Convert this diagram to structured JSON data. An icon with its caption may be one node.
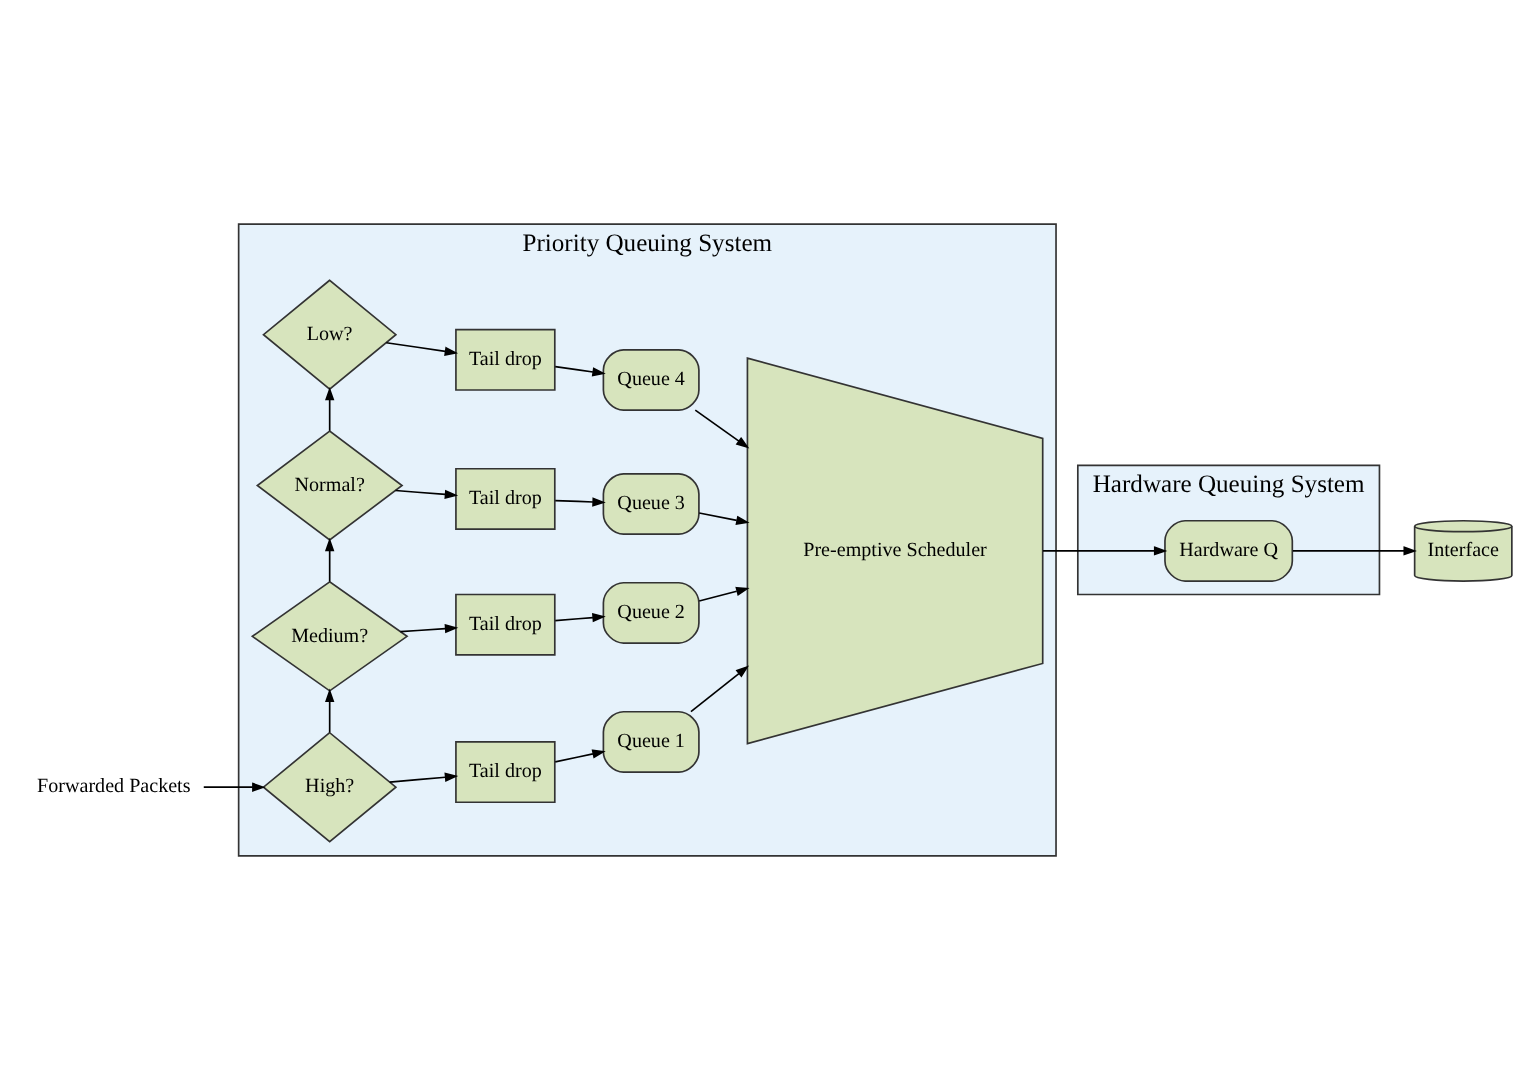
{
  "diagram": {
    "nodes": [
      {
        "text": [
          "Forwarded Packets"
        ]
      },
      {
        "text": [
          "Priority Queuing System"
        ]
      },
      {
        "text": [
          "High?"
        ],
        "in": 1
      },
      {
        "text": [
          "Tail drop"
        ],
        "in": 1
      },
      {
        "text": [
          "Queue 1"
        ],
        "in": 1
      },
      {
        "text": [
          "Medium?"
        ],
        "in": 1
      },
      {
        "text": [
          "Tail drop"
        ],
        "in": 1
      },
      {
        "text": [
          "Queue 2"
        ],
        "in": 1
      },
      {
        "text": [
          "Normal?"
        ],
        "in": 1
      },
      {
        "text": [
          "Tail drop"
        ],
        "in": 1
      },
      {
        "text": [
          "Queue 3"
        ],
        "in": 1
      },
      {
        "text": [
          "Low?"
        ],
        "in": 1
      },
      {
        "text": [
          "Tail drop"
        ],
        "in": 1
      },
      {
        "text": [
          "Queue 4"
        ],
        "in": 1
      },
      {
        "text": [
          "Pre-emptive Scheduler"
        ],
        "in": 1
      },
      {
        "text": [
          "Hardware Queuing System"
        ]
      },
      {
        "text": [
          "Hardware Q"
        ],
        "in": 15
      },
      {
        "text": [
          "Interface"
        ]
      }
    ],
    "edges": [
      {
        "from": 0,
        "to": 2,
        "arrow": "to"
      },
      {
        "from": 2,
        "to": 3,
        "arrow": "to"
      },
      {
        "from": 3,
        "to": 4,
        "arrow": "to"
      },
      {
        "from": 4,
        "to": 14,
        "arrow": "to"
      },
      {
        "from": 2,
        "to": 5,
        "arrow": "to"
      },
      {
        "from": 5,
        "to": 6,
        "arrow": "to"
      },
      {
        "from": 6,
        "to": 7,
        "arrow": "to"
      },
      {
        "from": 7,
        "to": 14,
        "arrow": "to"
      },
      {
        "from": 5,
        "to": 8,
        "arrow": "to"
      },
      {
        "from": 8,
        "to": 9,
        "arrow": "to"
      },
      {
        "from": 9,
        "to": 10,
        "arrow": "to"
      },
      {
        "from": 10,
        "to": 14,
        "arrow": "to"
      },
      {
        "from": 8,
        "to": 11,
        "arrow": "to"
      },
      {
        "from": 11,
        "to": 12,
        "arrow": "to"
      },
      {
        "from": 12,
        "to": 13,
        "arrow": "to"
      },
      {
        "from": 13,
        "to": 14,
        "arrow": "to"
      },
      {
        "from": 14,
        "to": 16,
        "arrow": "to"
      },
      {
        "from": 16,
        "to": 17,
        "arrow": "to"
      }
    ]
  }
}
